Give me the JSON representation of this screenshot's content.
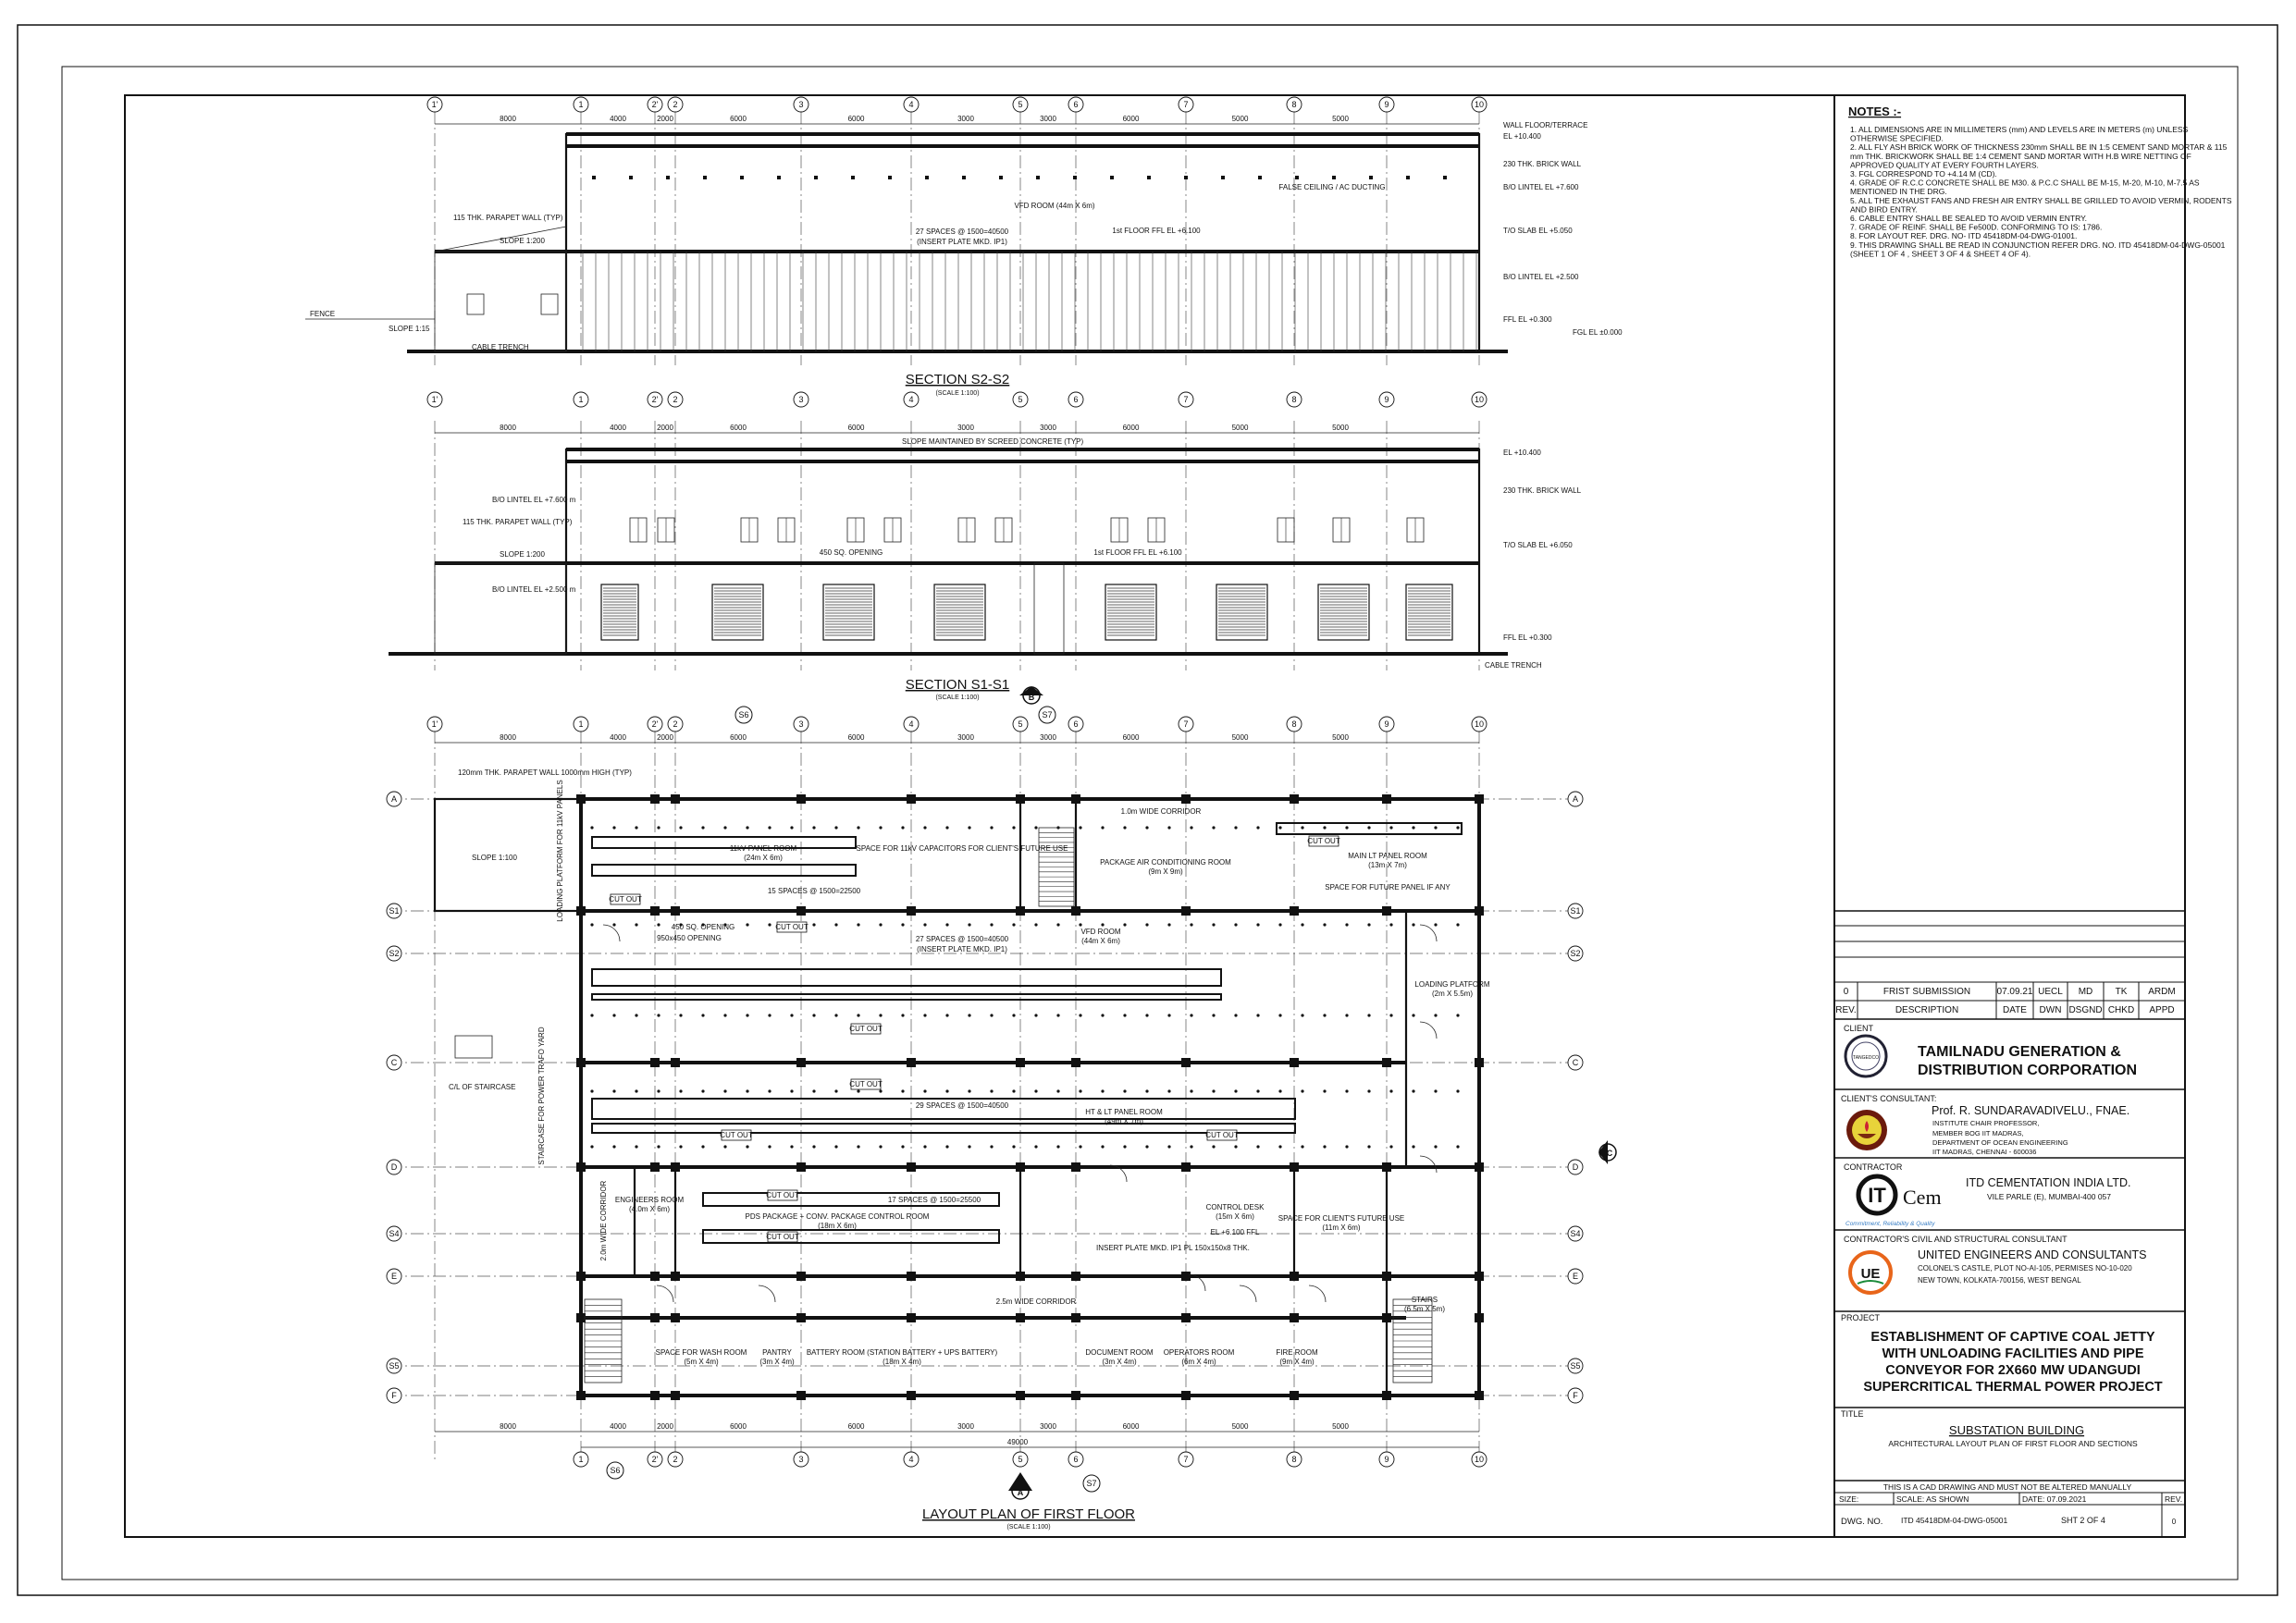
{
  "notes": {
    "heading": "NOTES :-",
    "items": [
      "1.  ALL DIMENSIONS ARE IN MILLIMETERS (mm) AND LEVELS ARE IN METERS (m) UNLESS",
      "     OTHERWISE SPECIFIED.",
      "2.  ALL FLY ASH BRICK WORK OF THICKNESS 230mm SHALL BE IN 1:5 CEMENT SAND MORTAR & 115",
      "     mm THK. BRICKWORK SHALL BE 1:4 CEMENT SAND MORTAR WITH H.B WIRE NETTING OF",
      "     APPROVED QUALITY AT EVERY FOURTH LAYERS.",
      "3.  FGL CORRESPOND TO +4.14 M (CD).",
      "4.  GRADE OF R.C.C CONCRETE SHALL BE M30. & P.C.C SHALL BE M-15, M-20, M-10, M-7.5 AS",
      "     MENTIONED IN THE DRG.",
      "5.  ALL THE EXHAUST FANS AND FRESH AIR ENTRY SHALL BE GRILLED TO AVOID VERMIN, RODENTS",
      "     AND BIRD ENTRY.",
      "6.  CABLE ENTRY SHALL BE SEALED TO AVOID VERMIN ENTRY.",
      "7.  GRADE OF REINF. SHALL BE Fe500D. CONFORMING TO IS: 1786.",
      "8.  FOR LAYOUT REF. DRG. NO- ITD 45418DM-04-DWG-01001.",
      "9.  THIS DRAWING SHALL BE READ IN CONJUNCTION REFER DRG. NO. ITD 45418DM-04-DWG-05001",
      "     (SHEET 1 OF 4 , SHEET 3 OF 4 & SHEET 4 OF 4)."
    ]
  },
  "revision": {
    "row": [
      "0",
      "FRIST SUBMISSION",
      "07.09.21",
      "UECL",
      "MD",
      "TK",
      "ARDM"
    ],
    "headers": [
      "REV.",
      "DESCRIPTION",
      "DATE",
      "DWN",
      "DSGND",
      "CHKD",
      "APPD"
    ]
  },
  "client": {
    "label": "CLIENT",
    "name_line1": "TAMILNADU GENERATION &",
    "name_line2": "DISTRIBUTION CORPORATION",
    "logo_text": "TANGEDCO"
  },
  "consultant": {
    "label": "CLIENT'S CONSULTANT:",
    "name": "Prof. R. SUNDARAVADIVELU., FNAE.",
    "lines": [
      "INSTITUTE CHAIR PROFESSOR,",
      "MEMBER BOG IIT MADRAS,",
      "DEPARTMENT OF OCEAN ENGINEERING",
      "IIT MADRAS, CHENNAI - 600036"
    ]
  },
  "contractor": {
    "label": "CONTRACTOR",
    "name": "ITD  CEMENTATION  INDIA  LTD.",
    "address": "VILE PARLE (E), MUMBAI-400 057",
    "logo_text": "IT",
    "logo_word": "Cem",
    "tagline": "Commitment, Reliability & Quality"
  },
  "civil_consultant": {
    "label": "CONTRACTOR'S CIVIL AND STRUCTURAL CONSULTANT",
    "name": "UNITED ENGINEERS AND CONSULTANTS",
    "address1": "COLONEL'S CASTLE, PLOT NO-AI-105, PERMISES NO-10-020",
    "address2": "NEW TOWN, KOLKATA-700156, WEST BENGAL",
    "logo_text": "UE"
  },
  "project": {
    "label": "PROJECT",
    "lines": [
      "ESTABLISHMENT OF CAPTIVE COAL JETTY",
      "WITH UNLOADING FACILITIES AND PIPE",
      "CONVEYOR FOR 2X660 MW UDANGUDI",
      "SUPERCRITICAL THERMAL POWER PROJECT"
    ]
  },
  "title": {
    "label": "TITLE",
    "main": "SUBSTATION BUILDING",
    "sub": "ARCHITECTURAL LAYOUT PLAN OF FIRST FLOOR AND SECTIONS"
  },
  "footer": {
    "cad_note": "THIS IS A CAD DRAWING AND MUST NOT BE ALTERED MANUALLY",
    "size": "SIZE:",
    "scale": "SCALE:  AS SHOWN",
    "date": "DATE:  07.09.2021",
    "rev_label": "REV.",
    "dwg_label": "DWG. NO.",
    "dwg_no": "ITD 45418DM-04-DWG-05001",
    "sheet": "SHT   2 OF 4",
    "rev": "0"
  },
  "drawings": {
    "section_s2": {
      "title": "SECTION S2-S2",
      "scale": "(SCALE 1:100)"
    },
    "section_s1": {
      "title": "SECTION S1-S1",
      "scale": "(SCALE 1:100)"
    },
    "plan": {
      "title": "LAYOUT PLAN OF FIRST FLOOR",
      "scale": "(SCALE 1:100)"
    }
  },
  "grid": {
    "columns": [
      "1'",
      "1",
      "2'",
      "2",
      "3",
      "4",
      "5",
      "6",
      "7",
      "8",
      "9",
      "10"
    ],
    "rows": [
      "A",
      "S1",
      "S2",
      "C",
      "D",
      "S4",
      "E",
      "S5",
      "F"
    ],
    "column_spacings": [
      "8000",
      "4000",
      "2000",
      "6000",
      "6000",
      "3000",
      "3000",
      "6000",
      "5000",
      "5000"
    ],
    "overall": "49000"
  },
  "section_markers": [
    "B",
    "C",
    "A",
    "S6",
    "S7"
  ],
  "section_labels": {
    "s2": [
      "115 THK. PARAPET WALL (TYP)",
      "SLOPE 1:200",
      "VFD ROOM (44m X 6m)",
      "1st FLOOR FFL EL +6.100",
      "FALSE CEILING / AC DUCTING",
      "FENCE",
      "SLOPE 1:15",
      "CABLE TRENCH",
      "27 SPACES @ 1500=40500",
      "(INSERT PLATE MKD. IP1)",
      "EL +10.400",
      "230 THK. BRICK WALL",
      "B/O LINTEL EL +7.600",
      "T/O SLAB EL +5.050",
      "B/O LINTEL EL +2.500",
      "FFL EL +0.300",
      "FGL EL ±0.000",
      "WALL FLOOR/TERRACE"
    ],
    "s1": [
      "115 THK. PARAPET WALL (TYP)",
      "SLOPE MAINTAINED BY SCREED CONCRETE (TYP)",
      "B/O LINTEL EL +7.600 m",
      "SLOPE 1:200",
      "450 SQ. OPENING",
      "1st FLOOR FFL EL +6.100",
      "B/O LINTEL EL +2.500 m",
      "CABLE TRENCH",
      "EL +10.400",
      "230 THK. BRICK WALL",
      "T/O SLAB EL +6.050",
      "FFL EL +0.300"
    ]
  },
  "rooms": [
    {
      "name": "11kV PANEL ROOM",
      "size": "(24m X 6m)"
    },
    {
      "name": "SPACE FOR 11kV CAPACITORS FOR CLIENT'S FUTURE USE",
      "size": ""
    },
    {
      "name": "1.0m WIDE CORRIDOR",
      "size": ""
    },
    {
      "name": "PACKAGE AIR CONDITIONING ROOM",
      "size": "(9m X 9m)"
    },
    {
      "name": "MAIN LT PANEL ROOM",
      "size": "(13m X 7m)"
    },
    {
      "name": "SPACE FOR FUTURE PANEL IF ANY",
      "size": ""
    },
    {
      "name": "VFD ROOM",
      "size": "(44m X 6m)"
    },
    {
      "name": "LOADING PLATFORM",
      "size": "(2m X 5.5m)"
    },
    {
      "name": "HT & LT PANEL ROOM",
      "size": "(49m X 7m)"
    },
    {
      "name": "ENGINEERS ROOM",
      "size": "(4.0m X 6m)"
    },
    {
      "name": "PDS PACKAGE + CONV. PACKAGE CONTROL ROOM",
      "size": "(18m X 6m)"
    },
    {
      "name": "CONTROL DESK",
      "size": "(15m X 6m)"
    },
    {
      "name": "SPACE FOR CLIENT'S FUTURE USE",
      "size": "(11m X 6m)"
    },
    {
      "name": "2.5m WIDE CORRIDOR",
      "size": ""
    },
    {
      "name": "SPACE FOR WASH ROOM",
      "size": "(5m X 4m)"
    },
    {
      "name": "PANTRY",
      "size": "(3m X 4m)"
    },
    {
      "name": "BATTERY ROOM (STATION BATTERY + UPS BATTERY)",
      "size": "(18m X 4m)"
    },
    {
      "name": "DOCUMENT ROOM",
      "size": "(3m X 4m)"
    },
    {
      "name": "OPERATORS ROOM",
      "size": "(6m X 4m)"
    },
    {
      "name": "FIRE ROOM",
      "size": "(9m X 4m)"
    },
    {
      "name": "STAIRS",
      "size": "(6.5m X 5m)"
    },
    {
      "name": "2.0m WIDE CORRIDOR",
      "size": ""
    },
    {
      "name": "LOADING PLATFORM FOR 11kV PANELS",
      "size": ""
    },
    {
      "name": "STAIRCASE FOR POWER TRAFO YARD",
      "size": ""
    }
  ],
  "plan_labels": [
    "27 SPACES @ 1500=40500",
    "(INSERT PLATE MKD. IP1)",
    "15 SPACES @ 1500=22500",
    "29 SPACES @ 1500=40500",
    "17 SPACES @ 1500=25500",
    "CUT OUT",
    "450 SQ. OPENING",
    "950x450 OPENING",
    "INSERT PLATE MKD. IP1 PL 150x150x8 THK.",
    "EL +6.100 FFL",
    "120mm THK. PARAPET WALL 1000mm HIGH (TYP)",
    "C/L OF STAIRCASE",
    "SLOPE 1:100"
  ]
}
